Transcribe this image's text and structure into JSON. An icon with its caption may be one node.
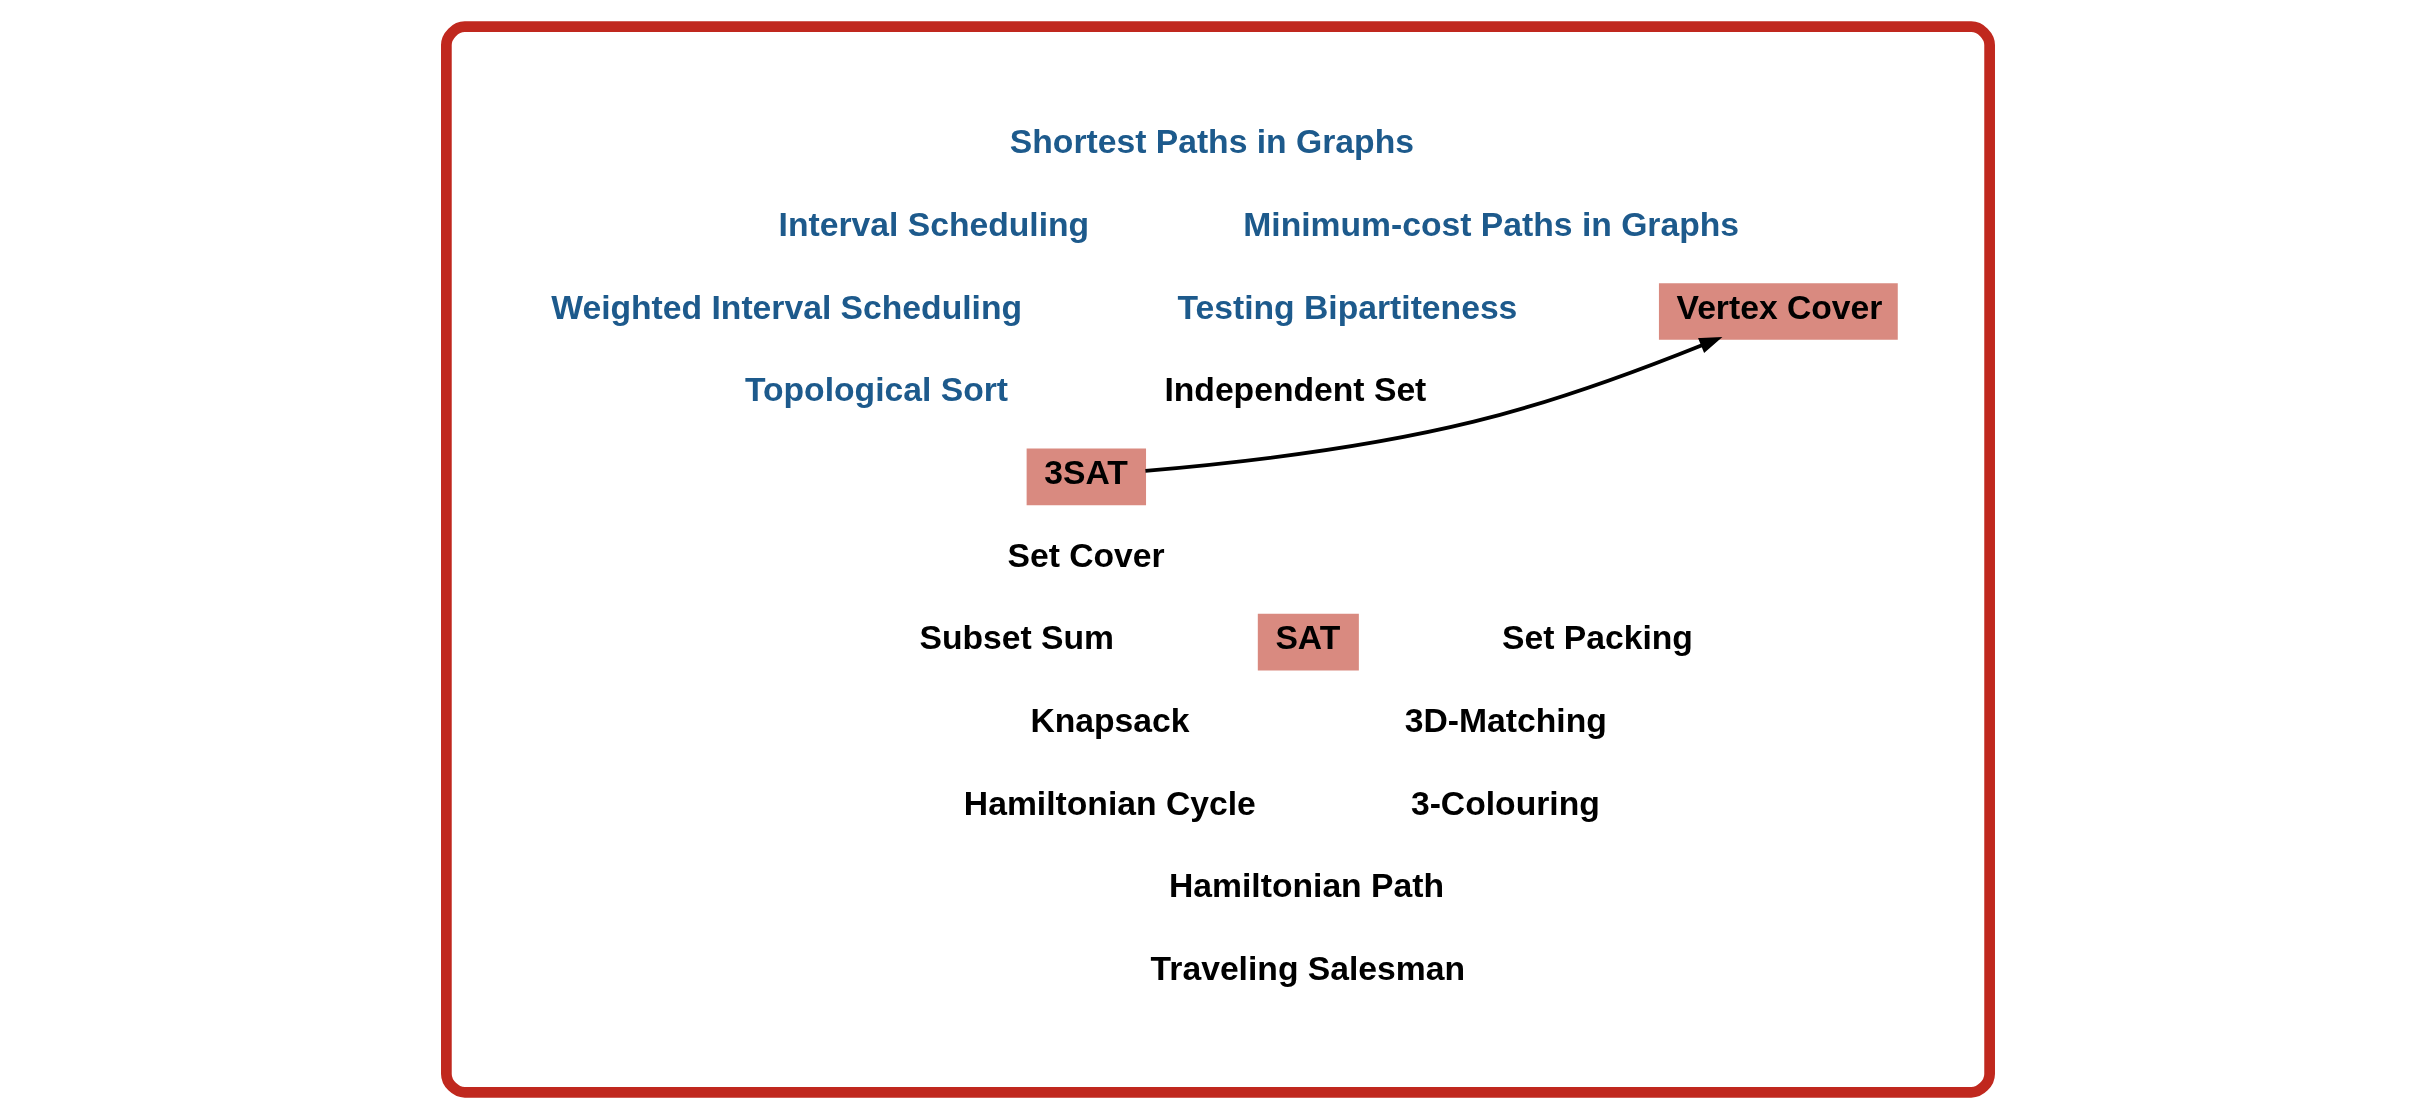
{
  "diagram": {
    "nodes": [
      {
        "text": [],
        "shape": "ellipse"
      },
      {
        "text": [
          "Vertex Cover"
        ],
        "in": 0
      },
      {
        "text": [
          "3SAT"
        ],
        "in": 0
      },
      {
        "text": [
          "SAT"
        ],
        "in": 0
      }
    ],
    "edges": [
      {
        "from": 2,
        "to": 1,
        "arrow": "to"
      }
    ],
    "labels": [
      "Shortest Paths in Graphs",
      "Interval Scheduling",
      "Minimum-cost Paths in Graphs",
      "Weighted Interval Scheduling",
      "Testing Bipartiteness",
      "Topological Sort",
      "Independent Set",
      "Set Cover",
      "Subset Sum",
      "Set Packing",
      "Knapsack",
      "3D-Matching",
      "Hamiltonian Cycle",
      "3-Colouring",
      "Hamiltonian Path",
      "Traveling Salesman"
    ]
  }
}
